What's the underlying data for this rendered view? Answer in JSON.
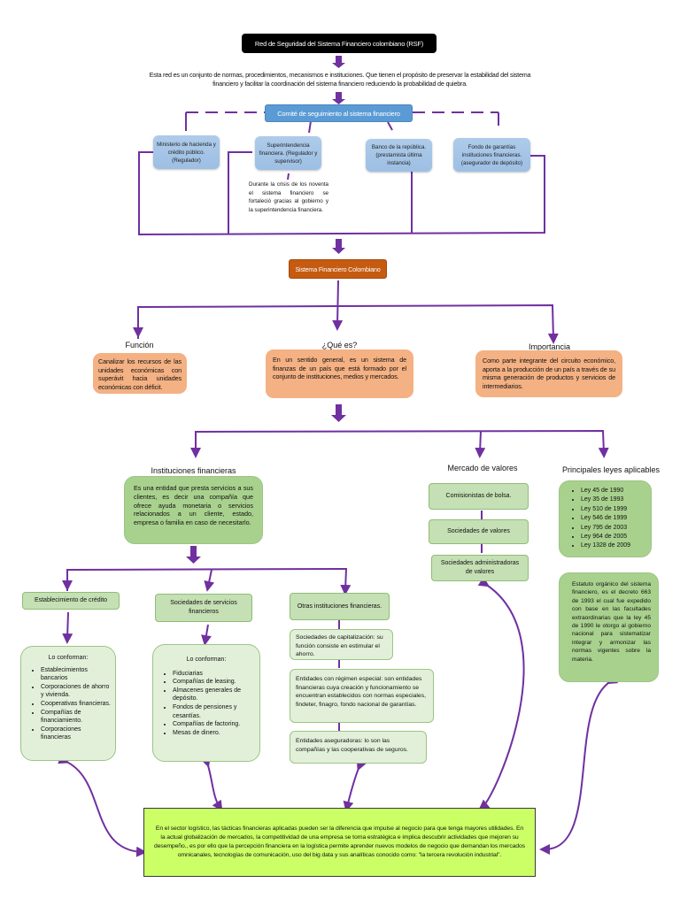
{
  "title": "Red de Seguridad del Sistema Financiero colombiano (RSF)",
  "intro": "Esta red es un conjunto de normas, procedimientos, mecanismos e instituciones. Que tienen el propósito de preservar la estabilidad del sistema financiero y facilitar la coordinación del sistema financiero reduciendo la probabilidad de quiebra.",
  "committee": "Comité de seguimiento al sistema financiero",
  "members": [
    {
      "label": "Ministerio de hacienda y crédito público. (Regulador)"
    },
    {
      "label": "Superintendencia financiera. (Regulador y supervisor)"
    },
    {
      "label": "Banco de la república. (prestamista última instancia)"
    },
    {
      "label": "Fondo de garantías instituciones financieras. (asegurador de depósito)"
    }
  ],
  "crisis_note": "Durante la crisis de los noventa el sistema financiero se fortaleció gracias al gobierno y la superintendencia financiera.",
  "system": "Sistema Financiero Colombiano",
  "aspects": [
    {
      "heading": "Función",
      "text": "Canalizar los recursos de las unidades económicas con superávit hacia unidades económicas con déficit."
    },
    {
      "heading": "¿Qué es?",
      "text": "En un sentido general, es un sistema de finanzas de un país que está formado por el conjunto de instituciones, medios y mercados."
    },
    {
      "heading": "Importancia",
      "text": "Como parte integrante del circuito económico, aporta a la producción de un país a través de su misma generación de productos y servicios de intermediarios."
    }
  ],
  "institutions": {
    "heading": "Instituciones financieras",
    "text": "Es una entidad que presta servicios a sus clientes, es decir una compañía que ofrece ayuda monetaria o servicios relacionados a un cliente, estado, empresa o familia en caso de necesitarlo.",
    "groups": [
      {
        "title": "Establecimiento de crédito",
        "list_title": "Lo conforman:",
        "items": [
          "Establecimientos bancarios",
          "Corporaciones de ahorro y vivienda.",
          "Cooperativas financieras.",
          "Compañías de financiamiento.",
          "Corporaciones financieras"
        ]
      },
      {
        "title": "Sociedades de servicios financieros",
        "list_title": "Lo conforman:",
        "items": [
          "Fiduciarias",
          "Compañías de leasing.",
          "Almacenes generales de depósito.",
          "Fondos de pensiones y cesantías.",
          "Compañías de factoring.",
          "Mesas de dinero."
        ]
      },
      {
        "title": "Otras instituciones financieras.",
        "entries": [
          "Sociedades de capitalización: su función consiste en estimular el ahorro.",
          "Entidades con régimen especial: son entidades financieras cuya creación y funcionamiento se encuentran establecidos con normas especiales, findeter, finagro, fondo nacional de garantías.",
          "Entidades aseguradoras: lo son las compañías y las cooperativas de seguros."
        ]
      }
    ]
  },
  "market": {
    "heading": "Mercado de valores",
    "items": [
      "Comisionistas de bolsa.",
      "Sociedades de valores",
      "Sociedades administradoras de valores"
    ]
  },
  "laws": {
    "heading": "Principales leyes aplicables",
    "items": [
      "Ley 45 de 1990",
      "Ley 35 de 1993",
      "Ley 510 de 1999",
      "Ley 546 de 1999",
      "Ley 795 de 2003",
      "Ley 964 de 2005",
      "Ley 1328 de 2009"
    ],
    "statute": "Estatuto orgánico del sistema financiero, es el decreto 663 de 1993 el cual fue expedido con base en las facultades extraordinarias que la ley 45 de 1990 le otorgo al gobierno nacional para sistematizar integrar y armonizar las normas vigentes sobre la materia."
  },
  "conclusion": "En el sector logístico, las tácticas financieras aplicadas pueden ser la diferencia que impulse al negocio para que tenga mayores utilidades. En la actual globalización de mercados, la competitividad de una empresa se torna estratégica e implica descubrir actividades que mejoren su desempeño., es por ello que la percepción financiera en la logística permite aprender nuevos modelos de negocio que demandan los mercados omnicanales, tecnologías de comunicación, uso del big data y sus analíticas conocido como: \"la tercera revolución industrial\".",
  "colors": {
    "connector": "#7030a0",
    "title_bg": "#000000",
    "committee": "#5b9bd5",
    "system": "#c55a11",
    "aspect": "#f4b183",
    "institution": "#a9d18e",
    "conclusion": "#ccff66"
  }
}
